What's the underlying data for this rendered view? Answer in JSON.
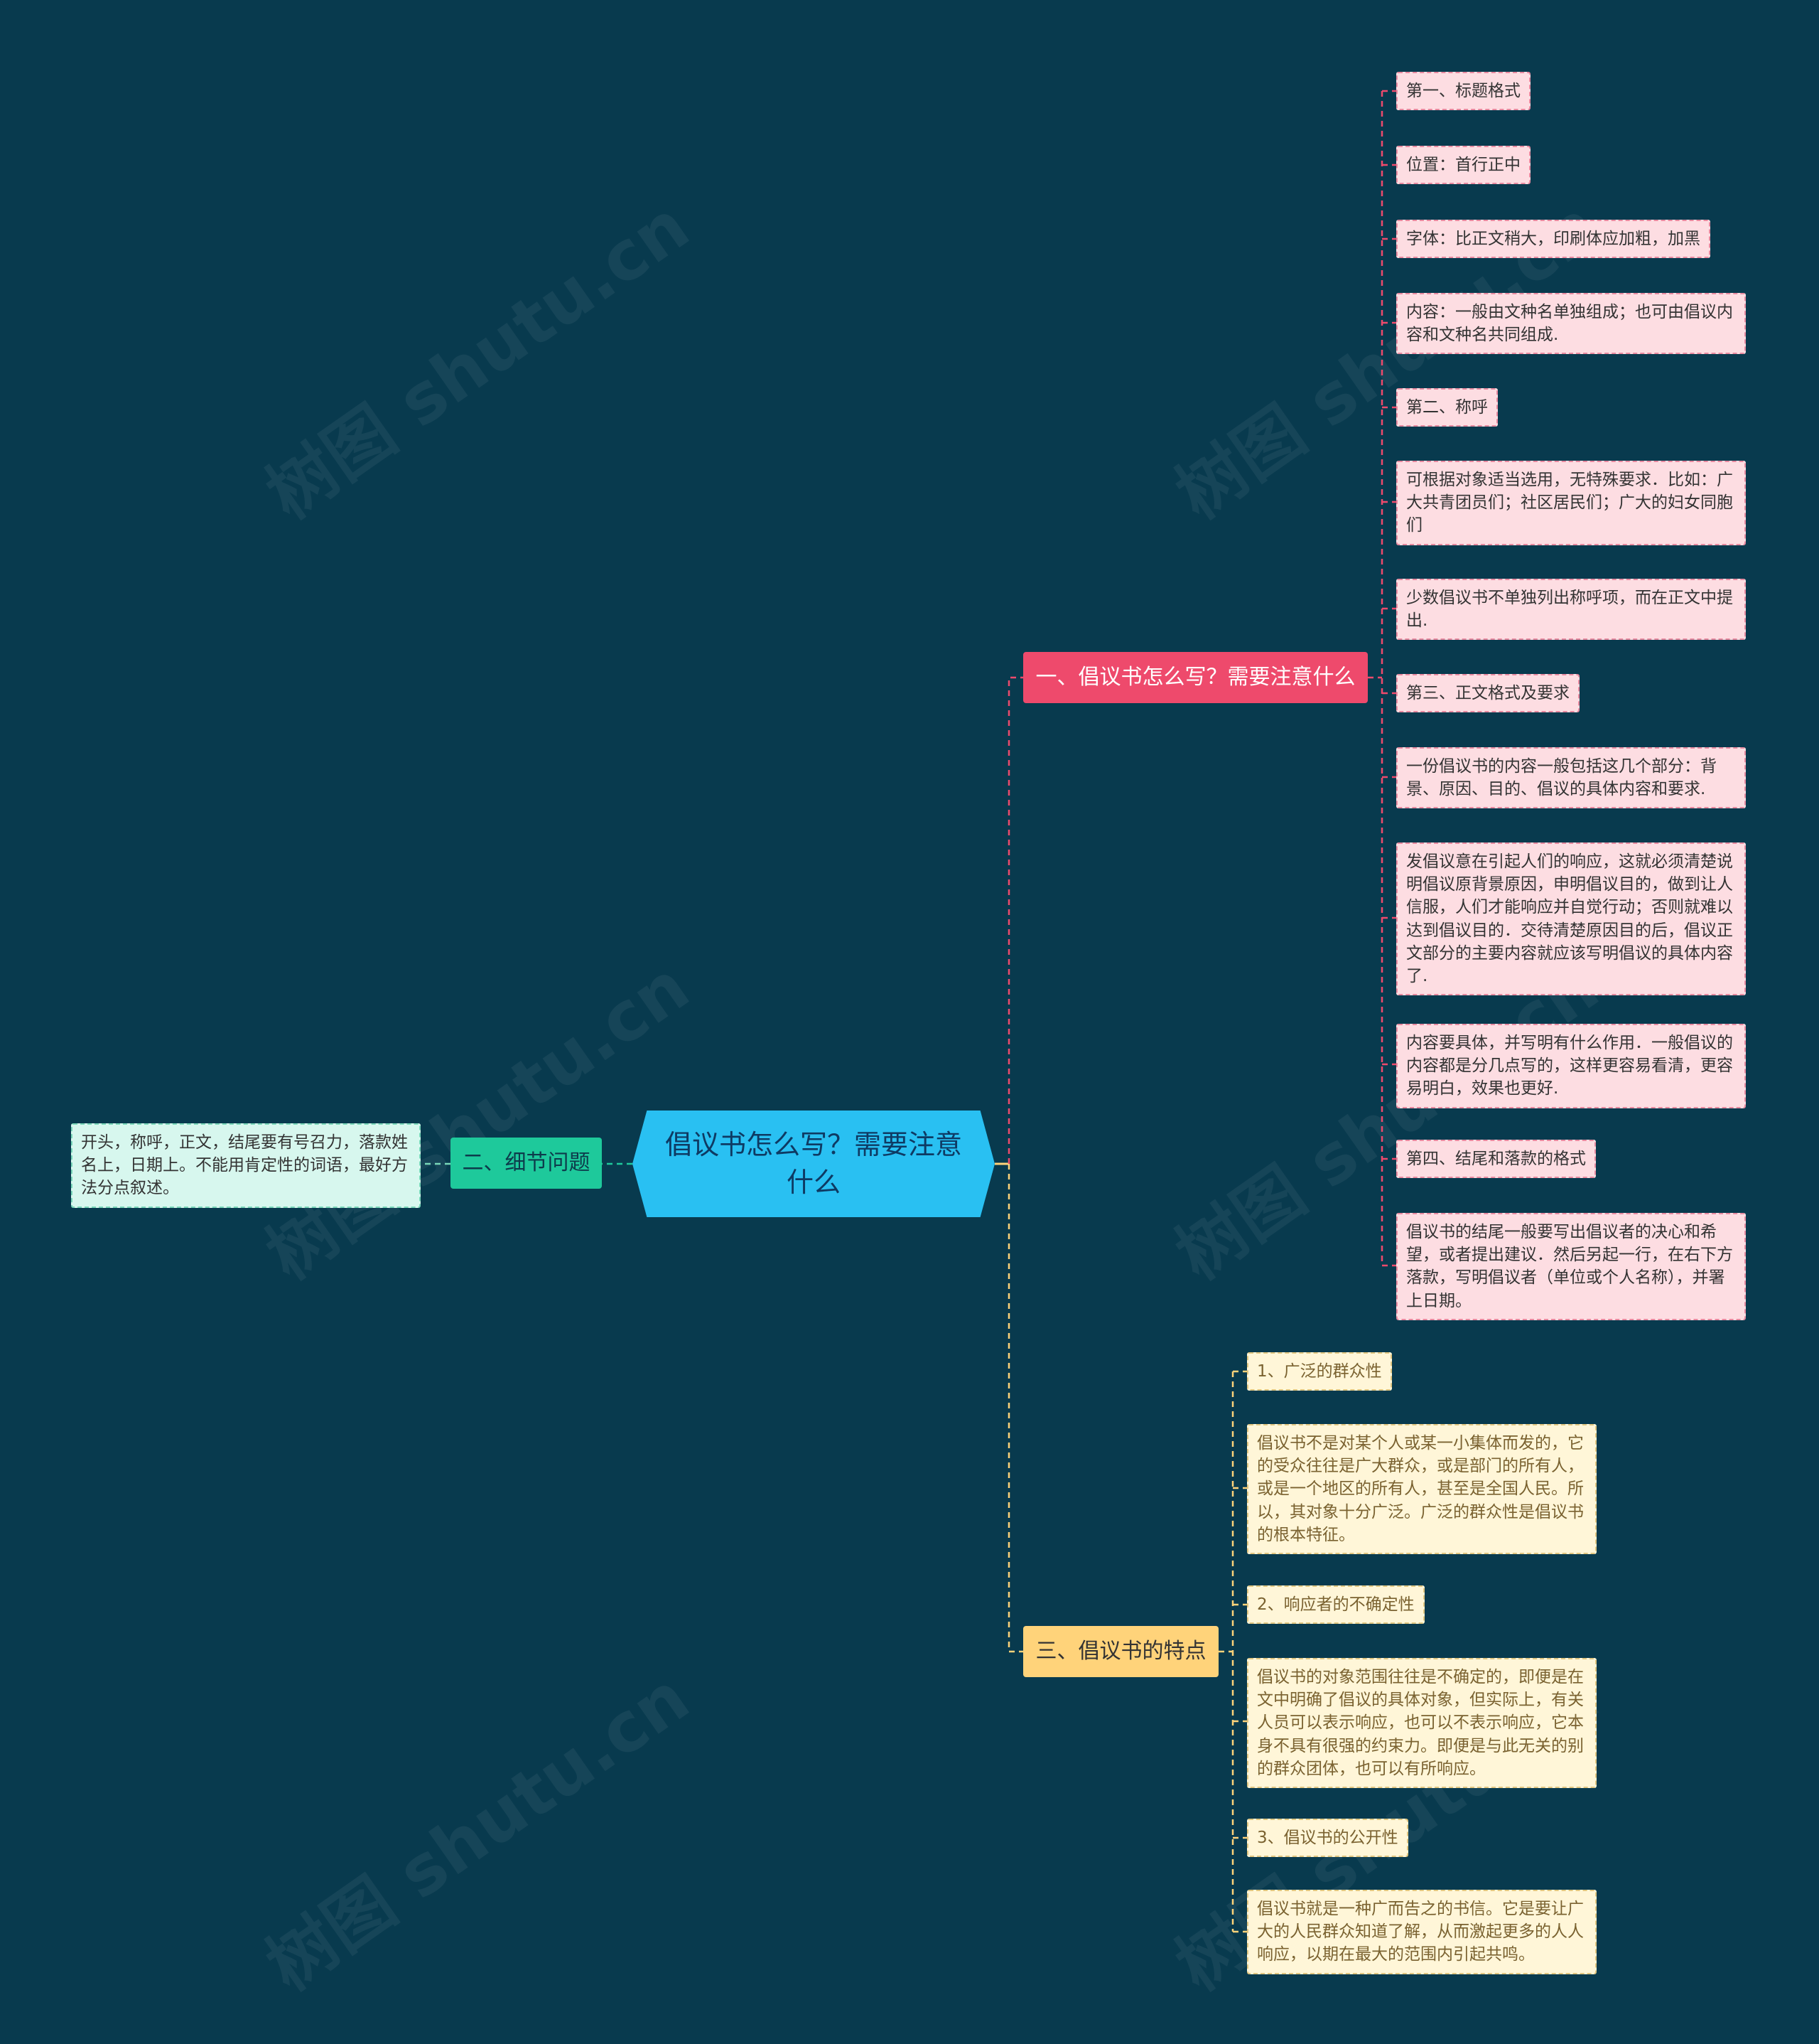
{
  "central": {
    "title": "倡议书怎么写？需要注意什么"
  },
  "branch1": {
    "label": "一、倡议书怎么写？需要注意什么",
    "items": [
      "第一、标题格式",
      "位置：首行正中",
      "字体：比正文稍大，印刷体应加粗，加黑",
      "内容：一般由文种名单独组成；也可由倡议内容和文种名共同组成.",
      "第二、称呼",
      "可根据对象适当选用，无特殊要求．比如：广大共青团员们；社区居民们；广大的妇女同胞们",
      "少数倡议书不单独列出称呼项，而在正文中提出.",
      "第三、正文格式及要求",
      "一份倡议书的内容一般包括这几个部分：背景、原因、目的、倡议的具体内容和要求.",
      "发倡议意在引起人们的响应，这就必须清楚说明倡议原背景原因，申明倡议目的，做到让人信服，人们才能响应并自觉行动；否则就难以达到倡议目的．交待清楚原因目的后，倡议正文部分的主要内容就应该写明倡议的具体内容了.",
      "内容要具体，并写明有什么作用．一般倡议的内容都是分几点写的，这样更容易看清，更容易明白，效果也更好.",
      "第四、结尾和落款的格式",
      "倡议书的结尾一般要写出倡议者的决心和希望，或者提出建议．然后另起一行，在右下方落款，写明倡议者（单位或个人名称），并署上日期。"
    ]
  },
  "branch2": {
    "label": "二、细节问题",
    "items": [
      "开头，称呼，正文，结尾要有号召力，落款姓名上，日期上。不能用肯定性的词语，最好方法分点叙述。"
    ]
  },
  "branch3": {
    "label": "三、倡议书的特点",
    "items": [
      "1、广泛的群众性",
      "倡议书不是对某个人或某一小集体而发的，它的受众往往是广大群众，或是部门的所有人，或是一个地区的所有人，甚至是全国人民。所以，其对象十分广泛。广泛的群众性是倡议书的根本特征。",
      "2、响应者的不确定性",
      "倡议书的对象范围往往是不确定的，即便是在文中明确了倡议的具体对象，但实际上，有关人员可以表示响应，也可以不表示响应，它本身不具有很强的约束力。即便是与此无关的别的群众团体，也可以有所响应。",
      "3、倡议书的公开性",
      "倡议书就是一种广而告之的书信。它是要让广大的人民群众知道了解，从而激起更多的人人响应，以期在最大的范围内引起共鸣。"
    ]
  },
  "colors": {
    "background": "#083a4e",
    "central": "#29c0f2",
    "branch1": "#ee4a6c",
    "branch2": "#1ec99b",
    "branch3": "#ffd37a"
  },
  "watermark": "树图 shutu.cn"
}
